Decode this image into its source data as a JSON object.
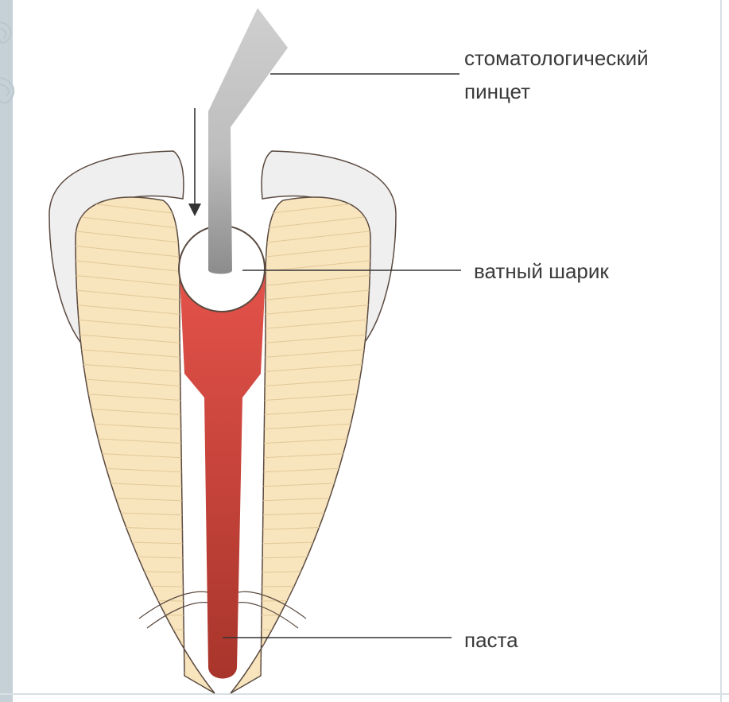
{
  "labels": {
    "forceps_line1": "стоматологический",
    "forceps_line2": "пинцет",
    "cotton_ball": "ватный шарик",
    "paste": "паста"
  },
  "colors": {
    "side_bar": "#c5d1d6",
    "enamel": "#efefef",
    "dentin": "#f8e4bd",
    "dentin_lines": "#e2c898",
    "paste_top": "#e3524a",
    "paste_bottom": "#a8352b",
    "forceps_top": "#c8c8c8",
    "forceps_bottom": "#8a8a8a",
    "cotton": "#ffffff"
  },
  "icons": [
    "scroll-ornament-icon",
    "down-arrow-icon"
  ]
}
